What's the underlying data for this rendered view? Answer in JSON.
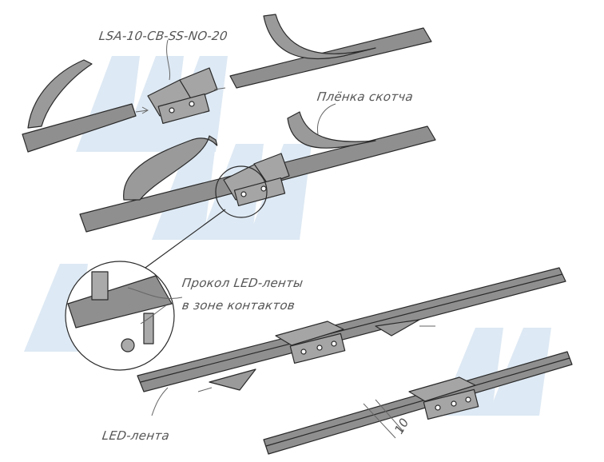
{
  "labels": {
    "part_number": "LSA-10-CB-SS-NO-20",
    "tape_film": "Плёнка скотча",
    "puncture_line1": "Прокол LED-ленты",
    "puncture_line2": "в зоне контактов",
    "led_strip": "LED-лента",
    "dimension": "10"
  },
  "colors": {
    "strip": "#8f8f8f",
    "outline": "#2a2a2a",
    "watermark": "#dde9f4"
  }
}
